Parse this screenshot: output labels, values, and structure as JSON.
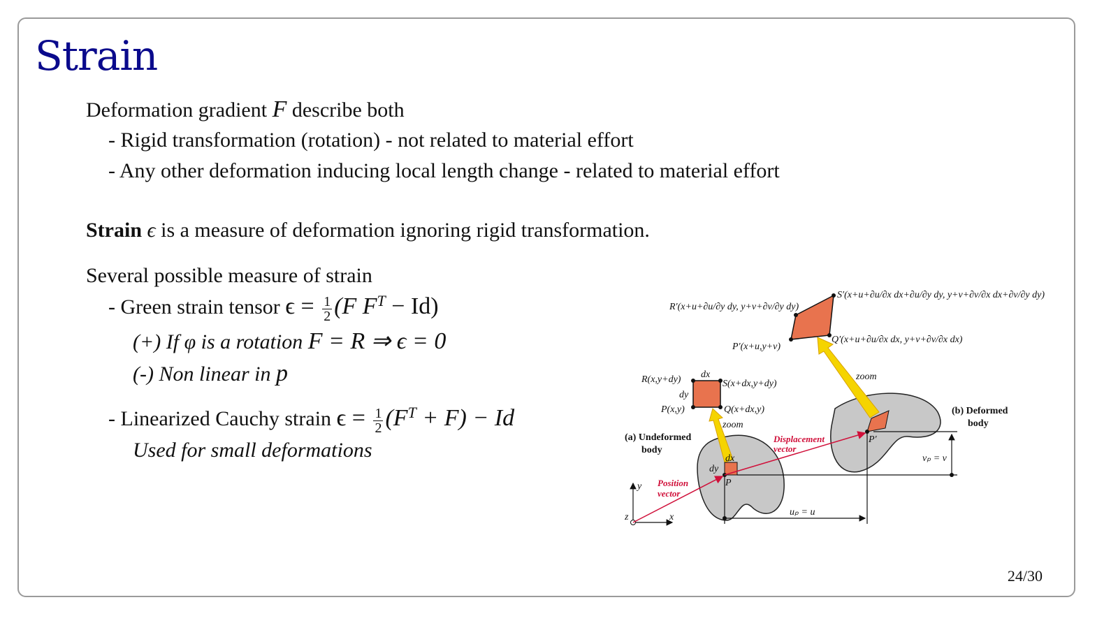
{
  "title": "Strain",
  "intro": {
    "line1_pre": "Deformation gradient ",
    "line1_var": "F",
    "line1_post": " describe both",
    "bullet1": "- Rigid transformation (rotation) - not related to material effort",
    "bullet2": "- Any other deformation inducing local length change - related to material effort"
  },
  "definition": {
    "bold": "Strain",
    "sym": "ϵ",
    "rest": " is a measure of deformation ignoring rigid transformation."
  },
  "measures": {
    "heading": "Several possible measure of strain",
    "green_label": "- Green strain tensor ",
    "green_lhs": "ϵ = ",
    "green_num": "1",
    "green_den": "2",
    "green_rhs": "(F F",
    "green_sup": "T",
    "green_tail": " − Id)",
    "plus_pre": "(+) If ",
    "plus_phi": "φ",
    "plus_mid": " is a rotation ",
    "plus_eq": "F = R ⇒ ϵ = 0",
    "minus_pre": "(-) Non linear in ",
    "minus_var": "p",
    "cauchy_label": "- Linearized Cauchy strain ",
    "cauchy_lhs": "ϵ = ",
    "cauchy_num": "1",
    "cauchy_den": "2",
    "cauchy_rhs": "(F",
    "cauchy_sup": "T",
    "cauchy_tail": " + F) − Id",
    "cauchy_note": "Used for small deformations"
  },
  "diagram": {
    "S_prime": "S′(x+u+∂u/∂x dx+∂u/∂y dy, y+v+∂v/∂x dx+∂v/∂y dy)",
    "R_prime": "R′(x+u+∂u/∂y dy, y+v+∂v/∂y dy)",
    "P_prime": "P′(x+u,y+v)",
    "Q_prime": "Q′(x+u+∂u/∂x dx, y+v+∂v/∂x dx)",
    "R": "R(x,y+dy)",
    "S": "S(x+dx,y+dy)",
    "P": "P(x,y)",
    "Q": "Q(x+dx,y)",
    "dx": "dx",
    "dy": "dy",
    "zoom": "zoom",
    "undeformed_1": "(a) Undeformed",
    "undeformed_2": "body",
    "deformed_1": "(b) Deformed",
    "deformed_2": "body",
    "displacement_1": "Displacement",
    "displacement_2": "vector",
    "position_1": "Position",
    "position_2": "vector",
    "point_P": "P",
    "point_P_prime": "P′",
    "vp": "vₚ = v",
    "up": "uₚ = u",
    "axis_x": "x",
    "axis_y": "y",
    "axis_z": "z"
  },
  "page_number": "24/30",
  "colors": {
    "title": "#0a0a8c",
    "patch": "#e8734e",
    "body": "#c8c8c8",
    "vector": "#d0103a",
    "arrow": "#f5c400"
  }
}
